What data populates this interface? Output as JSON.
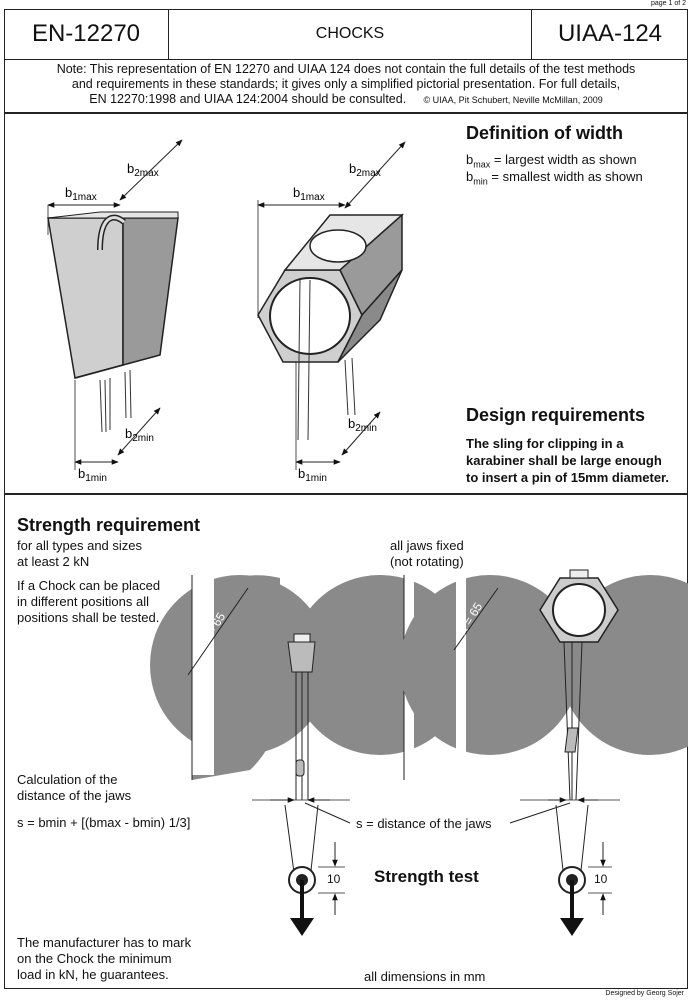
{
  "page_number": "page 1 of 2",
  "header": {
    "standard_left": "EN-12270",
    "title": "CHOCKS",
    "standard_right": "UIAA-124"
  },
  "note": {
    "line1": "Note: This representation of EN 12270 and UIAA 124 does not contain the full details of the test methods",
    "line2": "and requirements in these standards; it gives only a simplified pictorial presentation. For full details,",
    "line3": "EN 12270:1998 and UIAA 124:2004 should be consulted.",
    "copyright": "© UIAA, Pit Schubert, Neville McMillan, 2009"
  },
  "width_section": {
    "heading": "Definition of width",
    "bmax_def": "= largest width as shown",
    "bmin_def": "= smallest width as shown",
    "labels": {
      "b1max": "b1max",
      "b2max": "b2max",
      "b1min": "b1min",
      "b2min": "b2min"
    }
  },
  "design_section": {
    "heading": "Design requirements",
    "line1": "The sling for clipping in a",
    "line2": "karabiner shall be large enough",
    "line3": "to insert a pin of 15mm diameter."
  },
  "strength_section": {
    "heading": "Strength requirement",
    "line1": "for all types and sizes",
    "line2": "at least 2 kN",
    "positions1": "If a Chock can be placed",
    "positions2": "in different positions all",
    "positions3": "positions shall be tested.",
    "jaws_fixed1": "all jaws fixed",
    "jaws_fixed2": "(not rotating)",
    "radius_label": "R = 65",
    "calc1": "Calculation of the",
    "calc2": "distance of the jaws",
    "formula": "s = bmin + [(bmax - bmin) 1/3]",
    "s_label": "s = distance of the jaws",
    "dim_10": "10",
    "strength_test": "Strength test",
    "mark1": "The manufacturer has to mark",
    "mark2": "on the Chock the minimum",
    "mark3": "load in kN, he guarantees.",
    "all_dims": "all dimensions in mm",
    "designed_by": "Designed by Georg Sojer"
  }
}
